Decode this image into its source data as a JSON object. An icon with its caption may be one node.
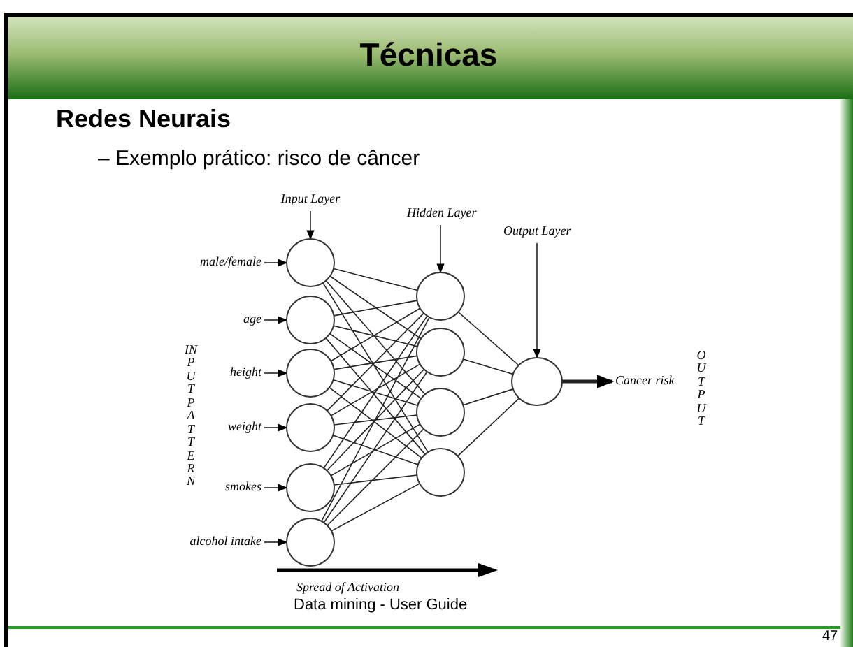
{
  "diagram": {
    "title": "Técnicas",
    "caption": "Data mining - User Guide",
    "nodes": [
      {
        "text": [],
        "shape": "circle"
      },
      {
        "text": [],
        "shape": "circle"
      },
      {
        "text": [],
        "shape": "circle"
      },
      {
        "text": [],
        "shape": "circle"
      },
      {
        "text": [],
        "shape": "circle"
      },
      {
        "text": [],
        "shape": "circle"
      },
      {
        "text": [],
        "shape": "circle"
      },
      {
        "text": [],
        "shape": "circle"
      },
      {
        "text": [],
        "shape": "circle"
      },
      {
        "text": [],
        "shape": "circle"
      },
      {
        "text": [],
        "shape": "circle"
      },
      {
        "text": [
          "male/female"
        ]
      },
      {
        "text": [
          "age"
        ]
      },
      {
        "text": [
          "height"
        ]
      },
      {
        "text": [
          "weight"
        ]
      },
      {
        "text": [
          "smokes"
        ]
      },
      {
        "text": [
          "alcohol intake"
        ]
      },
      {
        "text": [
          "Cancer risk"
        ]
      },
      {
        "text": [
          "Input Layer"
        ]
      },
      {
        "text": [
          "Hidden Layer"
        ]
      },
      {
        "text": [
          "Output Layer"
        ]
      }
    ],
    "edges": [
      {
        "from": 11,
        "to": 0,
        "arrow": "to"
      },
      {
        "from": 12,
        "to": 1,
        "arrow": "to"
      },
      {
        "from": 13,
        "to": 2,
        "arrow": "to"
      },
      {
        "from": 14,
        "to": 3,
        "arrow": "to"
      },
      {
        "from": 15,
        "to": 4,
        "arrow": "to"
      },
      {
        "from": 16,
        "to": 5,
        "arrow": "to"
      },
      {
        "from": 0,
        "to": 6,
        "arrow": "none"
      },
      {
        "from": 0,
        "to": 7,
        "arrow": "none"
      },
      {
        "from": 0,
        "to": 8,
        "arrow": "none"
      },
      {
        "from": 0,
        "to": 9,
        "arrow": "none"
      },
      {
        "from": 1,
        "to": 6,
        "arrow": "none"
      },
      {
        "from": 1,
        "to": 7,
        "arrow": "none"
      },
      {
        "from": 1,
        "to": 8,
        "arrow": "none"
      },
      {
        "from": 1,
        "to": 9,
        "arrow": "none"
      },
      {
        "from": 2,
        "to": 6,
        "arrow": "none"
      },
      {
        "from": 2,
        "to": 7,
        "arrow": "none"
      },
      {
        "from": 2,
        "to": 8,
        "arrow": "none"
      },
      {
        "from": 2,
        "to": 9,
        "arrow": "none"
      },
      {
        "from": 3,
        "to": 6,
        "arrow": "none"
      },
      {
        "from": 3,
        "to": 7,
        "arrow": "none"
      },
      {
        "from": 3,
        "to": 8,
        "arrow": "none"
      },
      {
        "from": 3,
        "to": 9,
        "arrow": "none"
      },
      {
        "from": 4,
        "to": 6,
        "arrow": "none"
      },
      {
        "from": 4,
        "to": 7,
        "arrow": "none"
      },
      {
        "from": 4,
        "to": 8,
        "arrow": "none"
      },
      {
        "from": 4,
        "to": 9,
        "arrow": "none"
      },
      {
        "from": 5,
        "to": 6,
        "arrow": "none"
      },
      {
        "from": 5,
        "to": 7,
        "arrow": "none"
      },
      {
        "from": 5,
        "to": 8,
        "arrow": "none"
      },
      {
        "from": 5,
        "to": 9,
        "arrow": "none"
      },
      {
        "from": 6,
        "to": 10,
        "arrow": "none"
      },
      {
        "from": 7,
        "to": 10,
        "arrow": "none"
      },
      {
        "from": 8,
        "to": 10,
        "arrow": "none"
      },
      {
        "from": 9,
        "to": 10,
        "arrow": "none"
      },
      {
        "from": 10,
        "to": 17,
        "arrow": "to",
        "style": "thick"
      },
      {
        "from": 18,
        "to": 0,
        "arrow": "to"
      },
      {
        "from": 19,
        "to": 6,
        "arrow": "to"
      },
      {
        "from": 20,
        "to": 10,
        "arrow": "to"
      }
    ],
    "labels": [
      "Redes Neurais",
      "– Exemplo prático: risco de câncer",
      "INPUT PATTERN",
      "OUTPUT",
      "Spread of Activation",
      "47"
    ]
  }
}
